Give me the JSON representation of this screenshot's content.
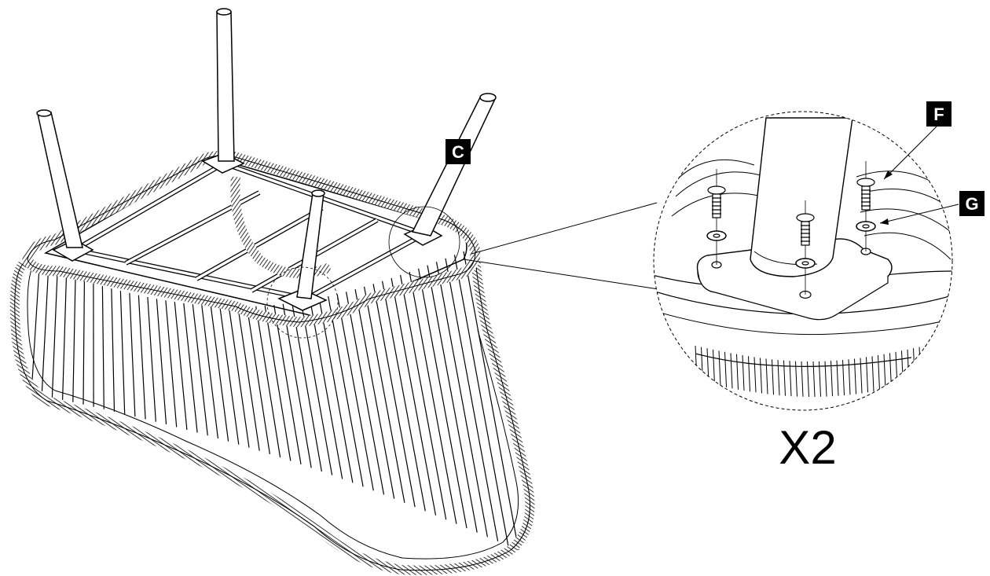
{
  "labels": {
    "part_c": "C",
    "part_f": "F",
    "part_g": "G",
    "quantity": "X2"
  },
  "colors": {
    "line": "#000000",
    "tag_fill": "#000000",
    "tag_text": "#ffffff",
    "background": "#ffffff"
  }
}
